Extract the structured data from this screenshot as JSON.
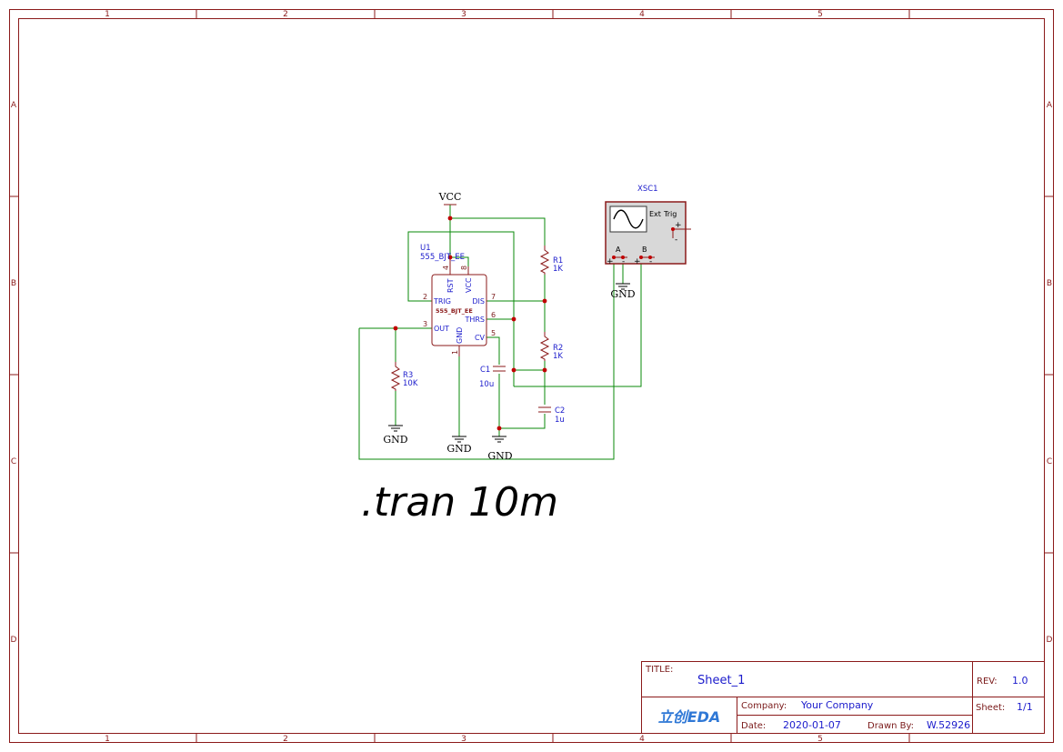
{
  "frame": {
    "col_labels": [
      "1",
      "2",
      "3",
      "4",
      "5"
    ],
    "row_labels": [
      "A",
      "B",
      "C",
      "D"
    ]
  },
  "nets": {
    "vcc": "VCC",
    "gnd": "GND"
  },
  "u1": {
    "designator": "U1",
    "part": "555_BJT_EE",
    "body_label": "555_BJT_EE",
    "pins": {
      "rst": "RST",
      "vcc": "VCC",
      "trig": "TRIG",
      "dis": "DIS",
      "thrs": "THRS",
      "out": "OUT",
      "gnd": "GND",
      "cv": "CV"
    },
    "pin_numbers": {
      "p4": "4",
      "p8": "8",
      "p2": "2",
      "p7": "7",
      "p6": "6",
      "p3": "3",
      "p1": "1",
      "p5": "5"
    }
  },
  "r1": {
    "designator": "R1",
    "value": "1K"
  },
  "r2": {
    "designator": "R2",
    "value": "1K"
  },
  "r3": {
    "designator": "R3",
    "value": "10K"
  },
  "c1": {
    "designator": "C1",
    "value": "10u"
  },
  "c2": {
    "designator": "C2",
    "value": "1u"
  },
  "scope": {
    "designator": "XSC1",
    "ext_label": "Ext",
    "trig_label": "Trig",
    "ch_a": "A",
    "ch_b": "B",
    "plus": "+",
    "minus": "-"
  },
  "directive": ".tran 10m",
  "title_block": {
    "title_label": "TITLE:",
    "title_value": "Sheet_1",
    "rev_label": "REV:",
    "rev_value": "1.0",
    "company_label": "Company:",
    "company_value": "Your Company",
    "sheet_label": "Sheet:",
    "sheet_value": "1/1",
    "date_label": "Date:",
    "date_value": "2020-01-07",
    "drawn_label": "Drawn By:",
    "drawn_value": "W.52926",
    "logo_text": "立创EDA"
  },
  "colors": {
    "frame": "#8b1a1a",
    "wire": "#0a8a0a",
    "junction": "#c00000",
    "text_blue": "#1c1ccc"
  }
}
